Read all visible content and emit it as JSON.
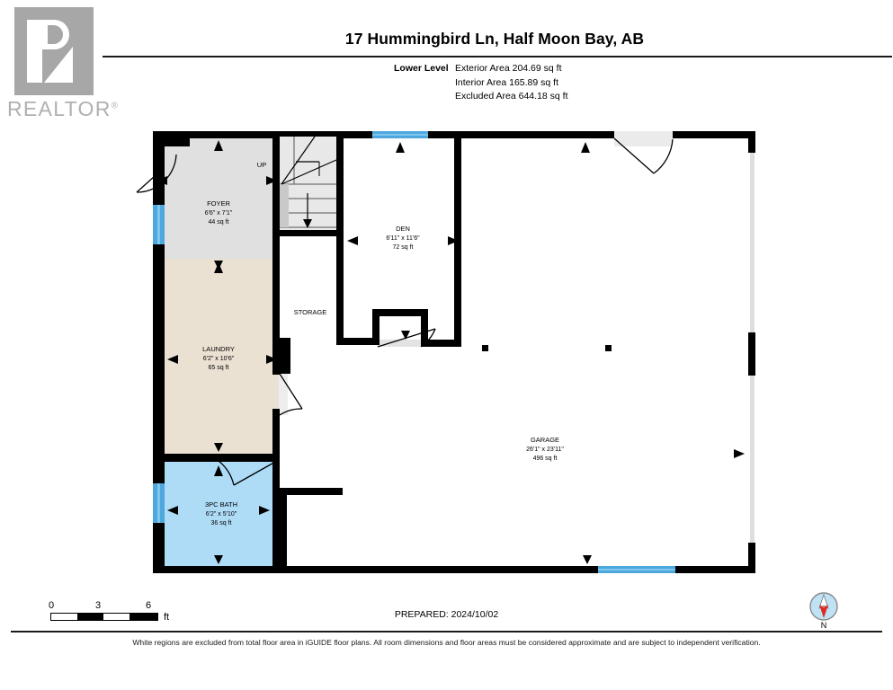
{
  "branding": {
    "logo_name": "realtor-logo",
    "wordmark": "REALTOR",
    "registered_mark": "®"
  },
  "header": {
    "title": "17 Hummingbird Ln, Half Moon Bay, AB",
    "level_label": "Lower Level",
    "areas": [
      "Exterior Area 204.69 sq ft",
      "Interior Area 165.89 sq ft",
      "Excluded Area 644.18 sq ft"
    ]
  },
  "floorplan": {
    "rooms": [
      {
        "key": "foyer",
        "name": "FOYER",
        "dimensions": "6'6\" x 7'1\"",
        "area": "44 sq ft",
        "fill": "#e0e0e0"
      },
      {
        "key": "laundry",
        "name": "LAUNDRY",
        "dimensions": "6'2\" x 10'6\"",
        "area": "65 sq ft",
        "fill": "#ebe1d3"
      },
      {
        "key": "bath",
        "name": "3PC BATH",
        "dimensions": "6'2\" x 5'10\"",
        "area": "36 sq ft",
        "fill": "#aedcf7"
      },
      {
        "key": "den",
        "name": "DEN",
        "dimensions": "6'11\" x 11'6\"",
        "area": "72 sq ft",
        "fill": "#ffffff"
      },
      {
        "key": "storage",
        "name": "STORAGE",
        "dimensions": "",
        "area": "",
        "fill": "#ffffff"
      },
      {
        "key": "garage",
        "name": "GARAGE",
        "dimensions": "26'1\" x 23'11\"",
        "area": "496 sq ft",
        "fill": "#ffffff"
      }
    ],
    "stair_label": "UP",
    "colors": {
      "wall": "#000000",
      "window": "#4ea8de",
      "window_light": "#7ec8ef",
      "garage_door": "#d9d9d9",
      "door_swing": "#1a1a1a"
    }
  },
  "footer": {
    "scale": {
      "ticks": [
        "0",
        "3",
        "6"
      ],
      "unit": "ft"
    },
    "prepared": "PREPARED: 2024/10/02",
    "compass_label": "N",
    "disclaimer": "White regions are excluded from total floor area in iGUIDE floor plans. All room dimensions and floor areas must be considered approximate and are subject to independent verification."
  }
}
